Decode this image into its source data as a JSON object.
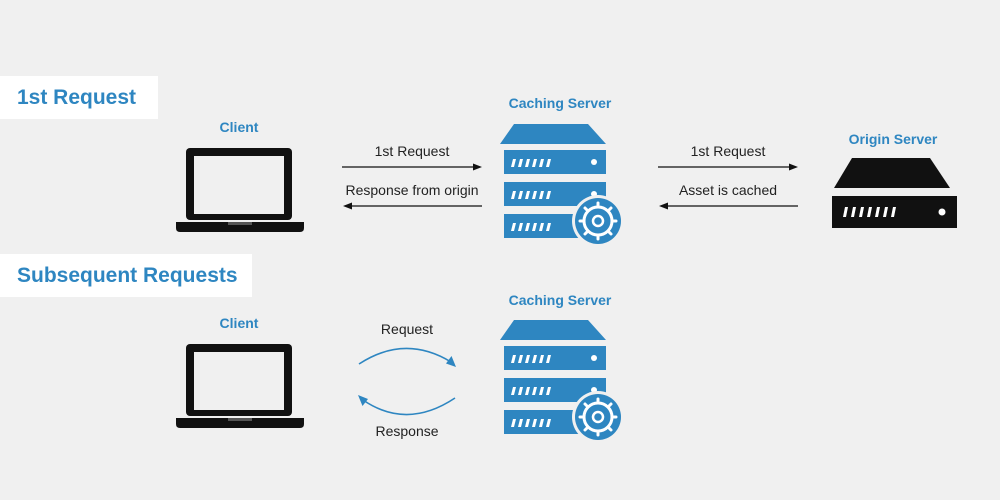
{
  "colors": {
    "accent": "#2e86c1",
    "server_blue": "#2e86c1",
    "icon_black": "#111111",
    "background": "#f0f0f0",
    "banner_bg": "#ffffff"
  },
  "first_request": {
    "title": "1st Request",
    "client_label": "Client",
    "caching_server_label": "Caching Server",
    "origin_server_label": "Origin Server",
    "client_to_cache_label": "1st Request",
    "cache_to_client_label": "Response from origin",
    "cache_to_origin_label": "1st Request",
    "origin_to_cache_label": "Asset is cached"
  },
  "subsequent_requests": {
    "title": "Subsequent Requests",
    "client_label": "Client",
    "caching_server_label": "Caching Server",
    "request_label": "Request",
    "response_label": "Response"
  },
  "icons": {
    "client": "laptop-icon",
    "caching_server": "server-stack-icon",
    "origin_server": "server-icon",
    "cache_badge": "shutter-icon"
  }
}
